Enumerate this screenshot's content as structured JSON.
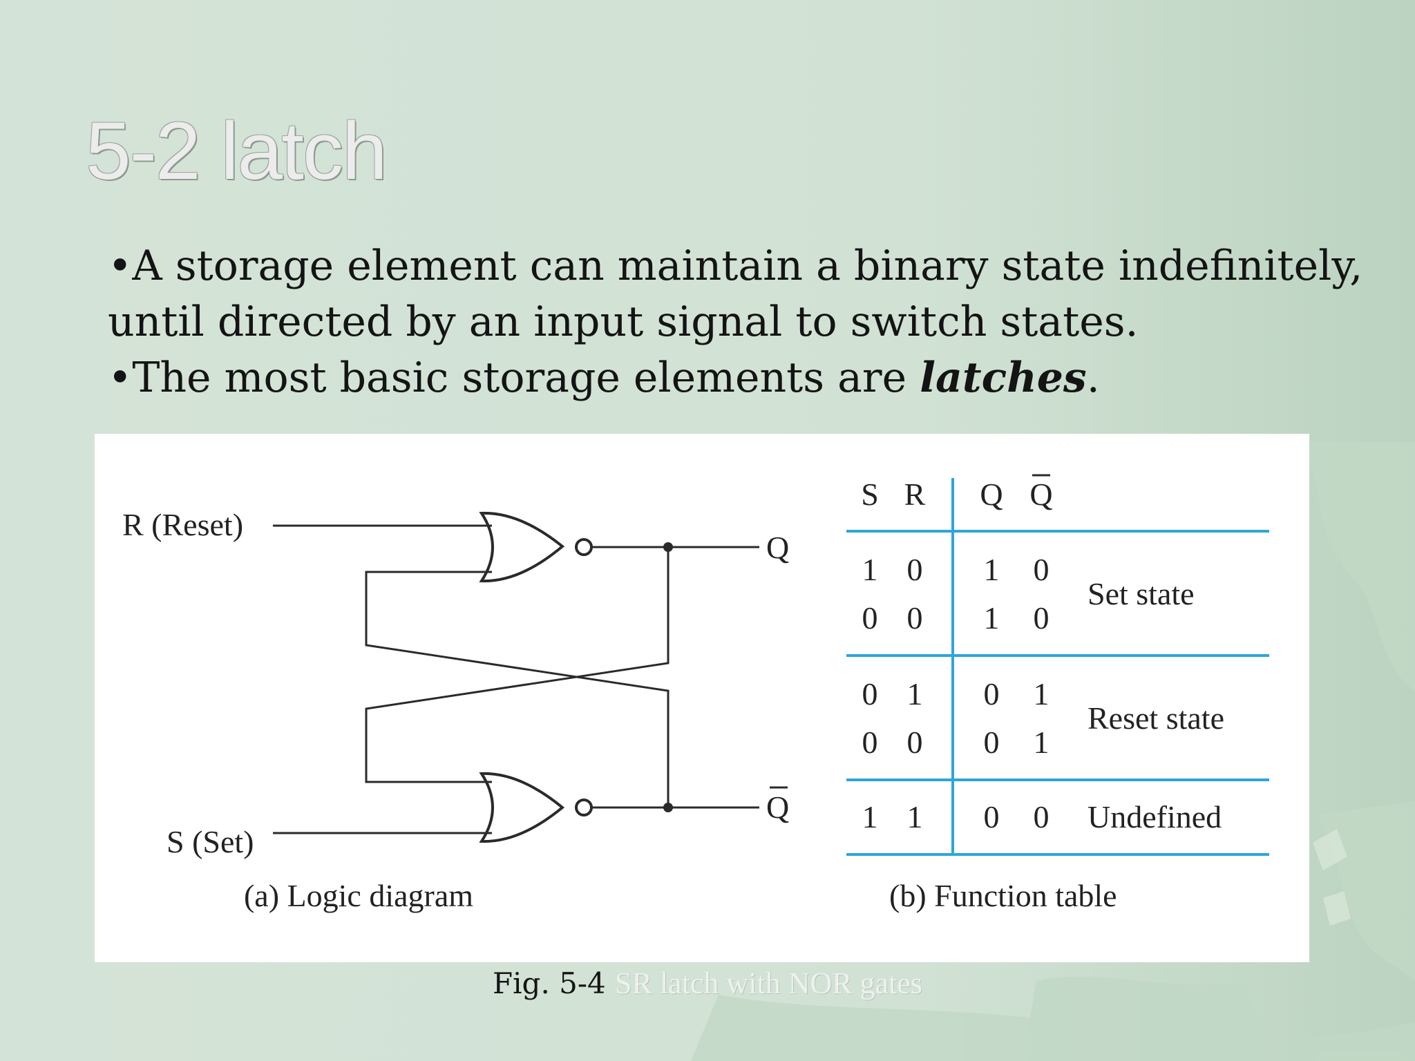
{
  "slide": {
    "title": "5-2 latch",
    "bullet1": "•A storage element can maintain a binary state indefinitely, until directed by an input signal to switch states.",
    "bullet2_lead": "•The most basic storage elements are ",
    "bullet2_emph": "latches",
    "bullet2_tail": "."
  },
  "logic_diagram": {
    "input_reset": "R (Reset)",
    "input_set": "S (Set)",
    "output_q": "Q",
    "output_qbar": "Q",
    "caption": "(a) Logic diagram"
  },
  "function_table": {
    "headers": [
      "S",
      "R",
      "Q",
      "Q"
    ],
    "rows": [
      [
        "1",
        "0",
        "1",
        "0"
      ],
      [
        "0",
        "0",
        "1",
        "0"
      ],
      [
        "0",
        "1",
        "0",
        "1"
      ],
      [
        "0",
        "0",
        "0",
        "1"
      ],
      [
        "1",
        "1",
        "0",
        "0"
      ]
    ],
    "states": [
      "Set state",
      "Reset state",
      "Undefined"
    ],
    "caption": "(b) Function table"
  },
  "figure_caption": {
    "lead": "Fig. 5-4 ",
    "rest": "SR latch with NOR gates"
  },
  "colors": {
    "background": "#d3e3d6",
    "table_rule": "#2ea5db",
    "wire": "#2a2a2a"
  }
}
